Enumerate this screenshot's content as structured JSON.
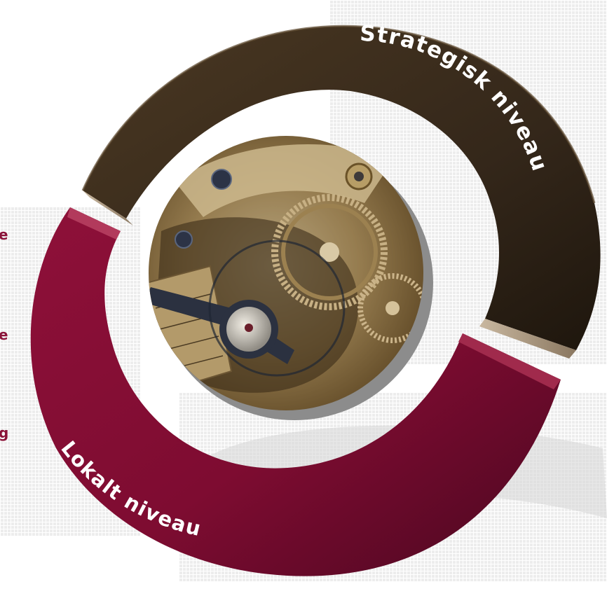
{
  "diagram": {
    "outer_segment_label": "Strategisk niveau",
    "inner_segment_label": "Lokalt niveau",
    "left_fragments": [
      "e",
      "e",
      "g"
    ],
    "colors": {
      "strategic": "#3b2b1b",
      "local": "#8e0f36",
      "text_fragments": "#8a1238"
    },
    "center_image": "pocket-watch-gears"
  }
}
